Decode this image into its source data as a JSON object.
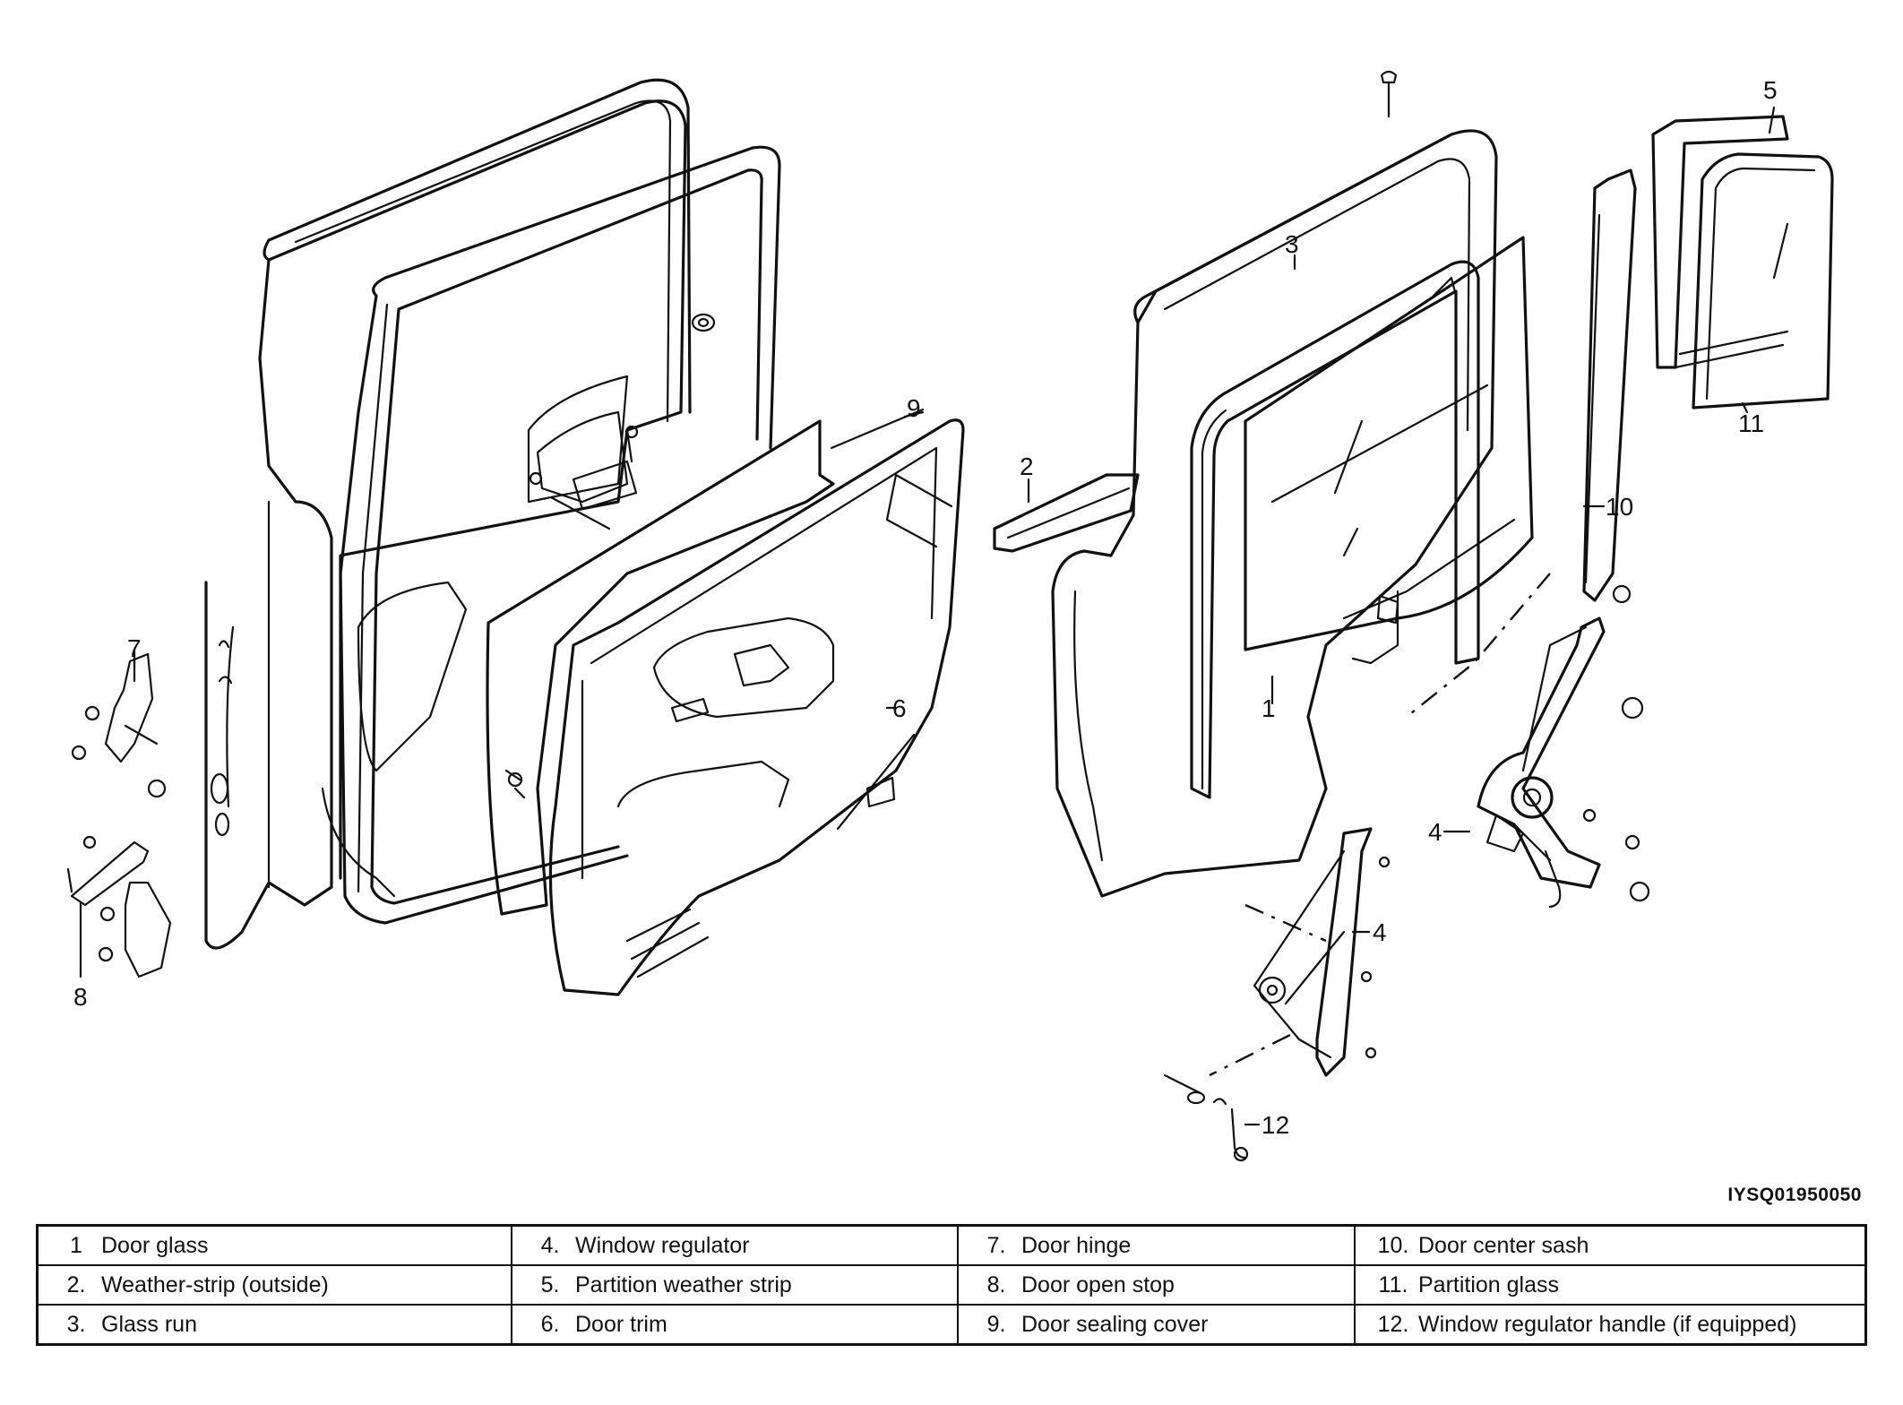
{
  "callouts": {
    "c1": "1",
    "c2": "2",
    "c3": "3",
    "c4a": "4",
    "c4b": "4",
    "c5": "5",
    "c6": "6",
    "c7": "7",
    "c8": "8",
    "c9": "9",
    "c10": "10",
    "c11": "11",
    "c12": "12"
  },
  "figure_id": "IYSQ01950050",
  "legend": {
    "rows": [
      [
        {
          "num": "1",
          "label": "Door glass"
        },
        {
          "num": "4.",
          "label": "Window regulator"
        },
        {
          "num": "7.",
          "label": "Door hinge"
        },
        {
          "num": "10.",
          "label": "Door center sash"
        }
      ],
      [
        {
          "num": "2.",
          "label": "Weather-strip (outside)"
        },
        {
          "num": "5.",
          "label": "Partition weather strip"
        },
        {
          "num": "8.",
          "label": "Door open stop"
        },
        {
          "num": "11.",
          "label": "Partition glass"
        }
      ],
      [
        {
          "num": "3.",
          "label": "Glass run"
        },
        {
          "num": "6.",
          "label": "Door trim"
        },
        {
          "num": "9.",
          "label": "Door sealing cover"
        },
        {
          "num": "12.",
          "label": "Window regulator handle (if equipped)"
        }
      ]
    ]
  }
}
